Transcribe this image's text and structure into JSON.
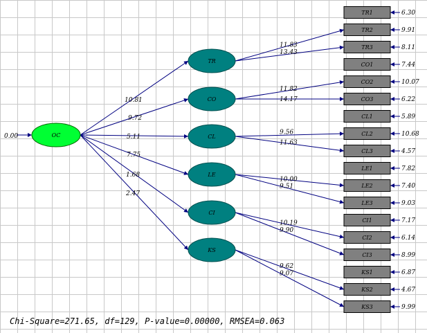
{
  "diagram": {
    "colors": {
      "latent_main": "#00ff33",
      "latent": "#008080",
      "indicator": "#808080",
      "arrow": "#000080",
      "highlight": "#cc0000"
    },
    "variance_label": "0.00",
    "main_factor": "OC",
    "factors": [
      {
        "name": "TR",
        "path": "10.81",
        "highlight": false
      },
      {
        "name": "CO",
        "path": "9.72",
        "highlight": false
      },
      {
        "name": "CL",
        "path": "5.11",
        "highlight": false
      },
      {
        "name": "LE",
        "path": "7.75",
        "highlight": false
      },
      {
        "name": "CI",
        "path": "1.68",
        "highlight": true
      },
      {
        "name": "KS",
        "path": "2.47",
        "highlight": false
      }
    ],
    "indicators": [
      {
        "name": "TR1",
        "error": "6.30",
        "factor": null,
        "loading": null
      },
      {
        "name": "TR2",
        "error": "9.91",
        "factor": "TR",
        "loading": "11.83"
      },
      {
        "name": "TR3",
        "error": "8.11",
        "factor": "TR",
        "loading": "13.43"
      },
      {
        "name": "CO1",
        "error": "7.44",
        "factor": null,
        "loading": null
      },
      {
        "name": "CO2",
        "error": "10.07",
        "factor": "CO",
        "loading": "11.82"
      },
      {
        "name": "CO3",
        "error": "6.22",
        "factor": "CO",
        "loading": "14.17"
      },
      {
        "name": "CL1",
        "error": "5.89",
        "factor": null,
        "loading": null
      },
      {
        "name": "CL2",
        "error": "10.68",
        "factor": "CL",
        "loading": "9.56"
      },
      {
        "name": "CL3",
        "error": "4.57",
        "factor": "CL",
        "loading": "11.63"
      },
      {
        "name": "LE1",
        "error": "7.82",
        "factor": null,
        "loading": null
      },
      {
        "name": "LE2",
        "error": "7.40",
        "factor": "LE",
        "loading": "10.00"
      },
      {
        "name": "LE3",
        "error": "9.03",
        "factor": "LE",
        "loading": "9.51"
      },
      {
        "name": "CI1",
        "error": "7.17",
        "factor": null,
        "loading": null
      },
      {
        "name": "CI2",
        "error": "6.14",
        "factor": "CI",
        "loading": "10.19"
      },
      {
        "name": "CI3",
        "error": "8.99",
        "factor": "CI",
        "loading": "9.90"
      },
      {
        "name": "KS1",
        "error": "6.87",
        "factor": null,
        "loading": null
      },
      {
        "name": "KS2",
        "error": "4.67",
        "factor": "KS",
        "loading": "9.62"
      },
      {
        "name": "KS3",
        "error": "9.99",
        "factor": "KS",
        "loading": "9.07"
      }
    ]
  },
  "fit_stats": "Chi-Square=271.65, df=129, P-value=0.00000, RMSEA=0.063"
}
